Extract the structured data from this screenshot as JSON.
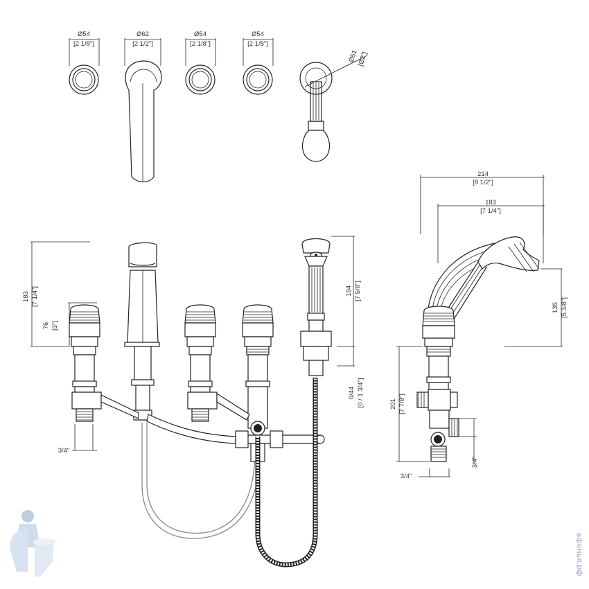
{
  "top_view": {
    "handle_left": {
      "dia": "Ø54",
      "inch": "[2 1/8\"]"
    },
    "spout": {
      "dia": "Ø62",
      "inch": "[2 1/2\"]"
    },
    "handle_mid": {
      "dia": "Ø54",
      "inch": "[2 1/8\"]"
    },
    "handle_right": {
      "dia": "Ø54",
      "inch": "[2 1/8\"]"
    },
    "hand_shower": {
      "dia": "Ø51",
      "inch": "[Ø2\"]"
    }
  },
  "front_view": {
    "height_total": {
      "mm": "183",
      "inch": "[7 1/4\"]"
    },
    "height_handle": {
      "mm": "76",
      "inch": "[3\"]"
    },
    "inlet": "3/4\"",
    "shower_height": {
      "mm": "194",
      "inch": "[7 5/8\"]"
    },
    "deck": {
      "mm": "0/44",
      "inch": "[0 / 1 3/4\"]"
    }
  },
  "side_view": {
    "width_total": {
      "mm": "214",
      "inch": "[8 1/2\"]"
    },
    "width_inner": {
      "mm": "183",
      "inch": "[7 1/4\"]"
    },
    "height_shower": {
      "mm": "135",
      "inch": "[5 3/8\"]"
    },
    "height_body": {
      "mm": "201",
      "inch": "[7 7/8\"]"
    },
    "outlet_side": "3/4\"",
    "outlet_bottom": "3/4\""
  },
  "watermark": "афонья.рф"
}
